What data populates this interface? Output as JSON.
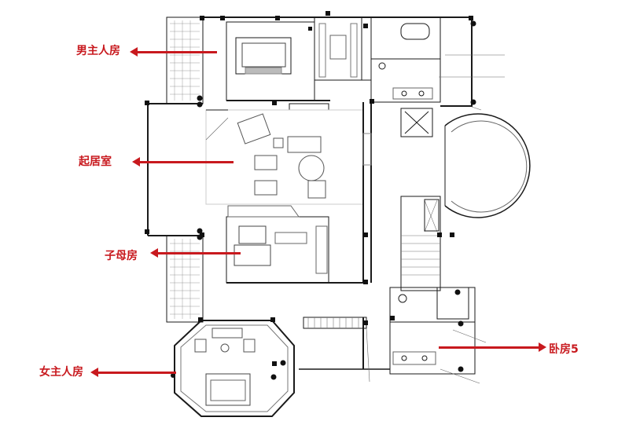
{
  "labels": {
    "master_male": "男主人房",
    "living_room": "起居室",
    "child_mother": "子母房",
    "master_female": "女主人房",
    "bedroom5": "卧房5"
  },
  "colors": {
    "accent": "#c8191e",
    "line": "#1a1a1a"
  },
  "icons": [
    "arrow-left-icon",
    "arrow-right-icon"
  ]
}
